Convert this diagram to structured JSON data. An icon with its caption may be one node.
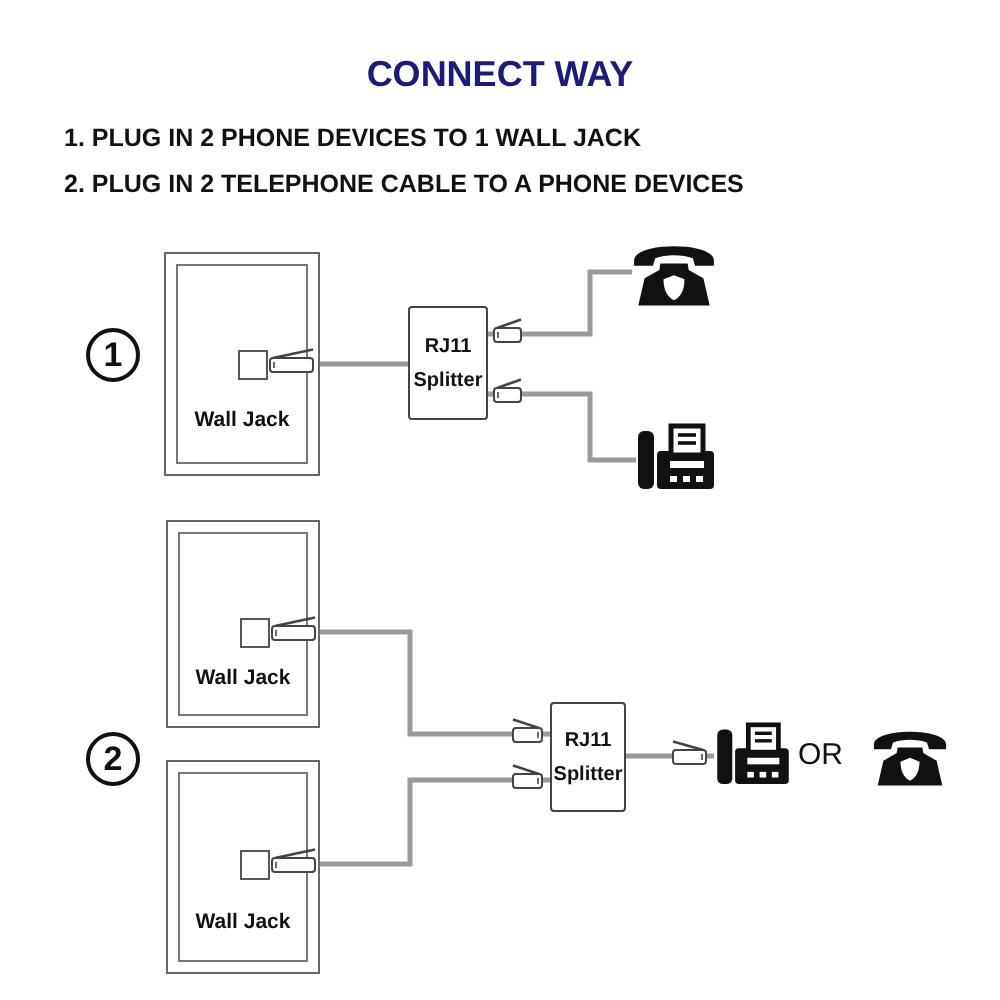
{
  "diagram": {
    "title": "CONNECT WAY",
    "nodes": [
      {
        "text": [
          "1"
        ]
      },
      {
        "text": [
          "Wall Jack"
        ]
      },
      {
        "text": [
          "RJ11 Splitter"
        ]
      },
      {
        "text": [],
        "shape": "picture"
      },
      {
        "text": [],
        "shape": "picture"
      },
      {
        "text": [
          "2"
        ]
      },
      {
        "text": [
          "Wall Jack"
        ]
      },
      {
        "text": [
          "Wall Jack"
        ]
      },
      {
        "text": [
          "RJ11 Splitter"
        ]
      },
      {
        "text": [],
        "shape": "picture"
      },
      {
        "text": [],
        "shape": "picture"
      }
    ],
    "edges": [
      {
        "from": 1,
        "to": 2,
        "arrow": "none"
      },
      {
        "from": 2,
        "to": 3,
        "arrow": "none"
      },
      {
        "from": 2,
        "to": 4,
        "arrow": "none"
      },
      {
        "from": 6,
        "to": 8,
        "arrow": "none"
      },
      {
        "from": 7,
        "to": 8,
        "arrow": "none"
      },
      {
        "from": 8,
        "to": 9,
        "arrow": "none"
      }
    ],
    "labels": [
      "1. PLUG IN 2 PHONE DEVICES TO 1 WALL JACK",
      "2. PLUG IN 2 TELEPHONE CABLE TO A PHONE DEVICES",
      "OR"
    ]
  }
}
